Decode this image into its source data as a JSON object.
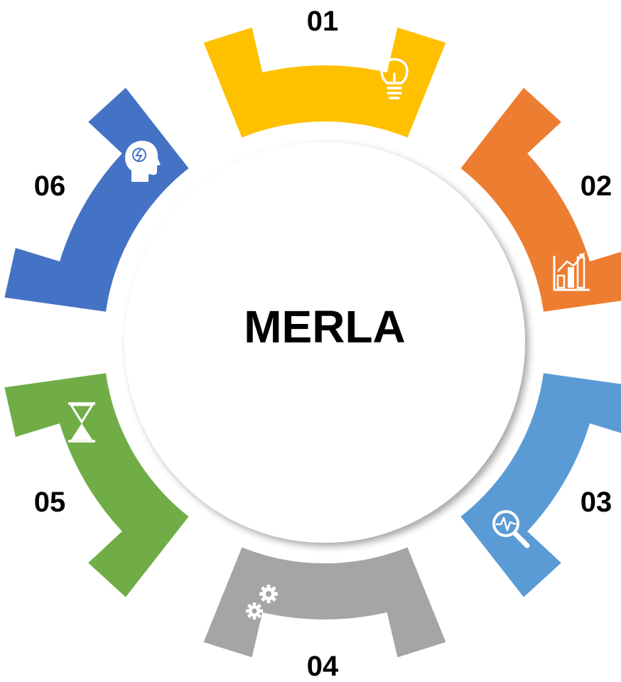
{
  "title": "MERLA",
  "segments": [
    {
      "number": "01",
      "color": "#FFC000",
      "icon": "lightbulb-icon"
    },
    {
      "number": "02",
      "color": "#ED7D31",
      "icon": "bar-chart-growth-icon"
    },
    {
      "number": "03",
      "color": "#5B9BD5",
      "icon": "magnifier-pulse-icon"
    },
    {
      "number": "04",
      "color": "#A5A5A5",
      "icon": "gears-icon"
    },
    {
      "number": "05",
      "color": "#70AD47",
      "icon": "hourglass-icon"
    },
    {
      "number": "06",
      "color": "#4472C4",
      "icon": "head-idea-icon"
    }
  ]
}
